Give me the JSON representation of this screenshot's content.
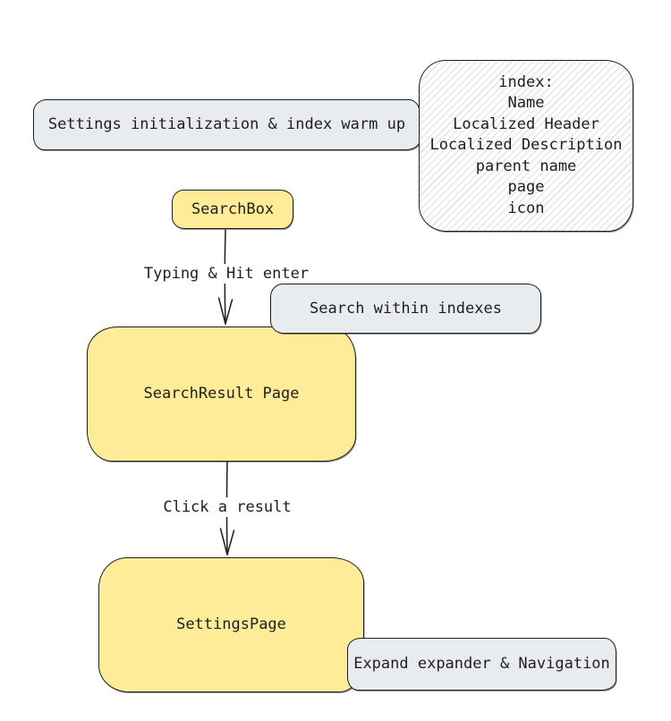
{
  "diagram": {
    "nodes": {
      "settings_init": {
        "label": "Settings initialization & index warm up",
        "fill": "#e9ecef"
      },
      "index_note": {
        "lines": [
          "index:",
          "Name",
          "Localized Header",
          "Localized Description",
          "parent name",
          "page",
          "icon"
        ],
        "fill": "hatched-white"
      },
      "search_box": {
        "label": "SearchBox",
        "fill": "#ffec99"
      },
      "search_within": {
        "label": "Search within indexes",
        "fill": "#e9ecef"
      },
      "search_result": {
        "label": "SearchResult Page",
        "fill": "#ffec99"
      },
      "settings_page": {
        "label": "SettingsPage",
        "fill": "#ffec99"
      },
      "expand_nav": {
        "label": "Expand expander & Navigation",
        "fill": "#e9ecef"
      }
    },
    "edges": {
      "typing": {
        "label": "Typing & Hit enter",
        "from": "SearchBox",
        "to": "SearchResult Page"
      },
      "click": {
        "label": "Click a result",
        "from": "SearchResult Page",
        "to": "SettingsPage"
      }
    },
    "colors": {
      "canvas_background": "#ffffff",
      "stroke": "#1e1e1e",
      "yellow_fill": "#ffec99",
      "gray_fill": "#e9ecef",
      "hatch_line": "#c9c9c9"
    }
  }
}
